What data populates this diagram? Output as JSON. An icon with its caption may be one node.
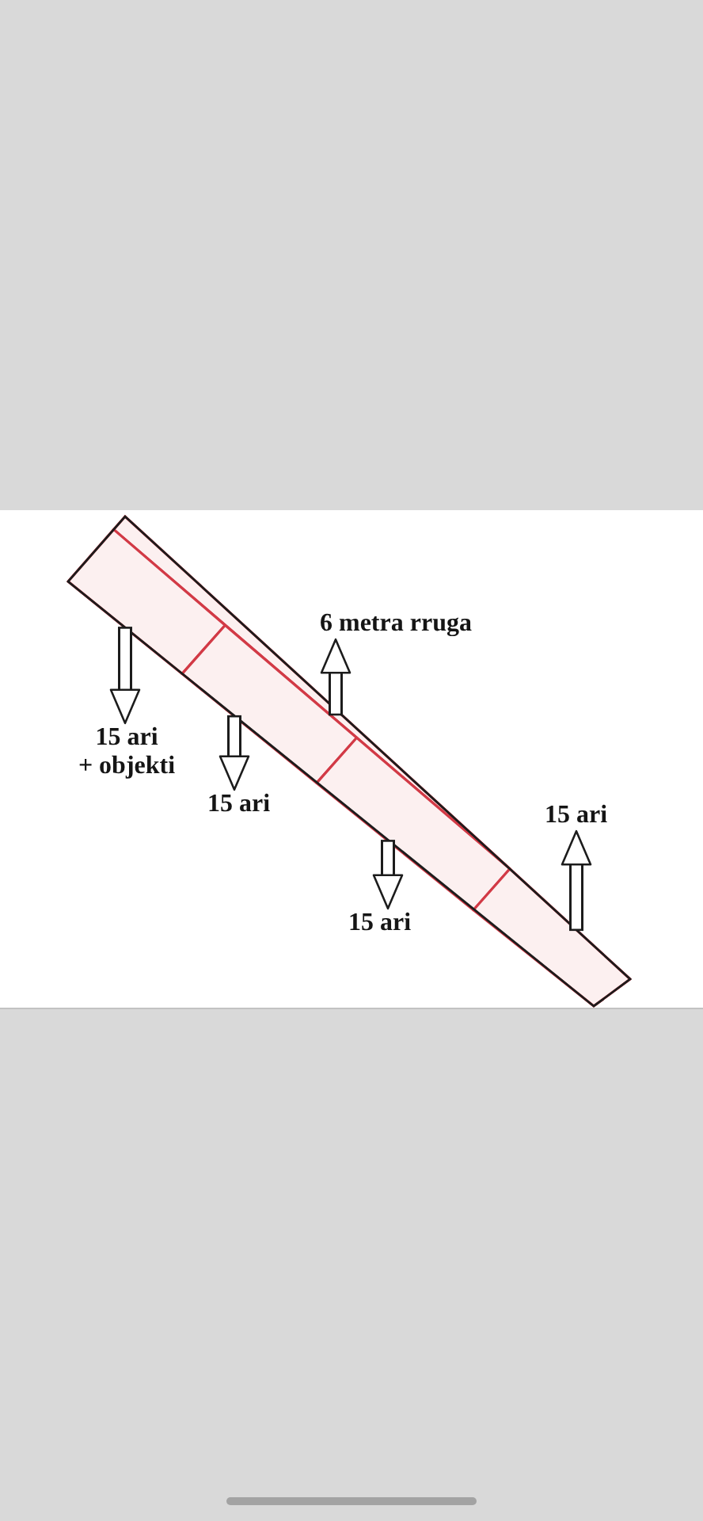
{
  "diagram": {
    "nodes": [
      {
        "text": [],
        "shape": "bar"
      },
      {
        "text": [],
        "shape": "bar",
        "in": 0
      },
      {
        "text": [],
        "shape": "box",
        "in": 0
      },
      {
        "text": [],
        "shape": "box",
        "in": 0
      },
      {
        "text": [],
        "shape": "box",
        "in": 0
      },
      {
        "text": [],
        "shape": "box",
        "in": 0
      },
      {
        "text": [
          "6 metra rruga"
        ]
      },
      {
        "text": [
          "15 ari + objekti"
        ]
      },
      {
        "text": [
          "15 ari"
        ]
      },
      {
        "text": [
          "15 ari"
        ]
      },
      {
        "text": [
          "15 ari"
        ]
      }
    ],
    "edges": [
      {
        "from": 2,
        "to": 7,
        "arrow": "to"
      },
      {
        "from": 3,
        "to": 8,
        "arrow": "to"
      },
      {
        "from": 1,
        "to": 6,
        "arrow": "to"
      },
      {
        "from": 4,
        "to": 10,
        "arrow": "to"
      },
      {
        "from": 5,
        "to": 9,
        "arrow": "to"
      }
    ]
  }
}
